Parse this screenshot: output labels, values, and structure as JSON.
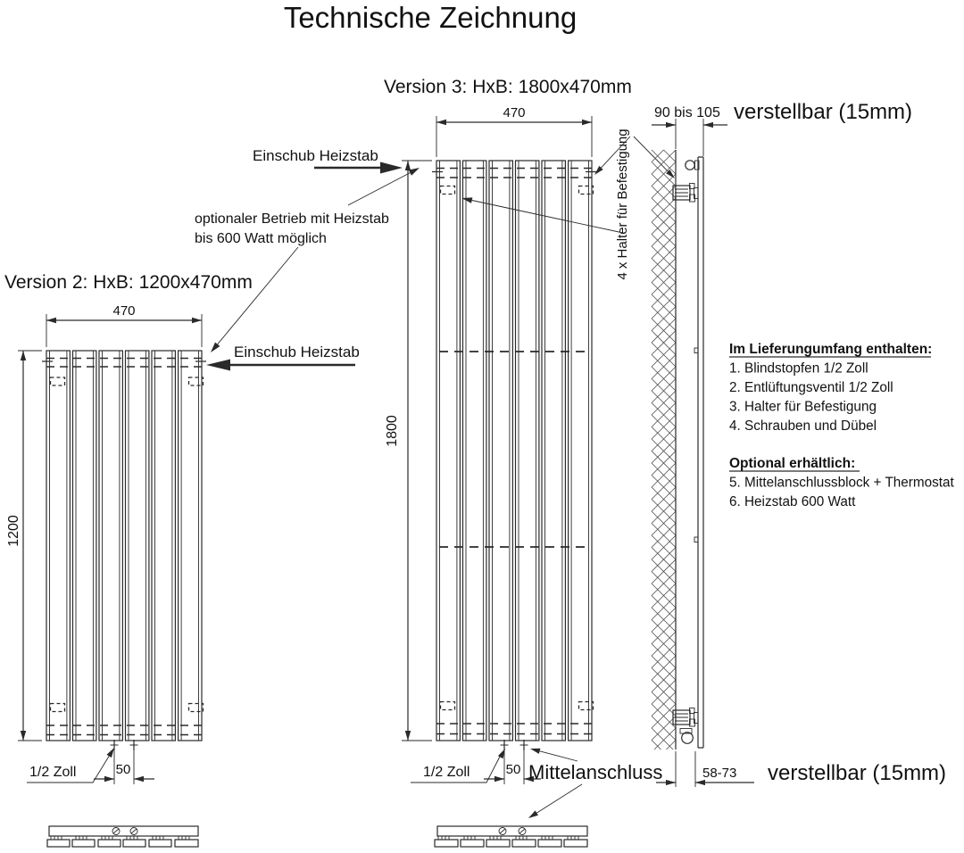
{
  "title": "Technische Zeichnung",
  "version3": {
    "heading": "Version 3: HxB: 1800x470mm",
    "width_dim": "470",
    "height_dim": "1800",
    "connection_size": "1/2 Zoll",
    "connection_spacing": "50"
  },
  "version2": {
    "heading": "Version 2: HxB: 1200x470mm",
    "width_dim": "470",
    "height_dim": "1200",
    "connection_size": "1/2 Zoll",
    "connection_spacing": "50"
  },
  "labels": {
    "einschub_heizstab": "Einschub Heizstab",
    "optionaler_betrieb_line1": "optionaler Betrieb mit Heizstab",
    "optionaler_betrieb_line2": "bis 600 Watt möglich",
    "halter_befestigung": "4 x Halter für Befestigung",
    "mittelanschluss": "Mittelanschluss"
  },
  "side_view": {
    "top_distance": "90 bis 105",
    "top_adjustable": "verstellbar (15mm)",
    "bottom_distance": "58-73",
    "bottom_adjustable": "verstellbar (15mm)"
  },
  "included": {
    "heading": "Im Lieferungumfang enthalten:",
    "items": [
      "1. Blindstopfen 1/2 Zoll",
      "2. Entlüftungsventil 1/2 Zoll",
      "3. Halter für Befestigung",
      "4. Schrauben und Dübel"
    ]
  },
  "optional": {
    "heading": "Optional erhältlich:",
    "items": [
      "5. Mittelanschlussblock + Thermostat",
      "6. Heizstab 600 Watt"
    ]
  },
  "colors": {
    "line": "#2a2a2a",
    "text": "#111111",
    "background": "#ffffff"
  }
}
